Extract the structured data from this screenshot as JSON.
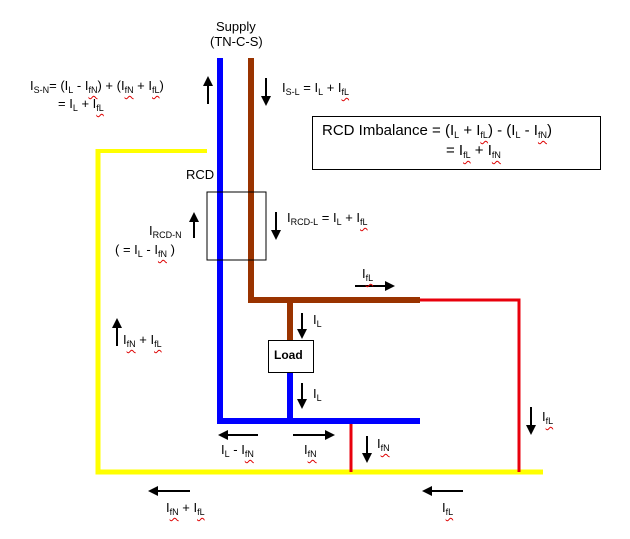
{
  "colors": {
    "neutral_blue": "#0000ff",
    "line_brown": "#993300",
    "fault_red": "#e8000c",
    "earth_yellow": "#ffff00"
  },
  "supply": {
    "title": "Supply",
    "system": "(TN-C-S)"
  },
  "labels": {
    "rcd": "RCD",
    "load": "Load"
  },
  "equations": {
    "isn": {
      "lhs": "I",
      "lhs_sub": "S-N",
      "line1": [
        "= (I",
        "L",
        " - I",
        "fN",
        ") + (I",
        "fN",
        " + I",
        "fL",
        ")"
      ],
      "line2": [
        "= I",
        "L",
        " + I",
        "fL"
      ]
    },
    "isl": {
      "parts": [
        "I",
        "S-L",
        " = I",
        "L",
        " + I",
        "fL"
      ]
    },
    "ircdl": {
      "parts": [
        "I",
        "RCD-L",
        " = I",
        "L",
        " + I",
        "fL"
      ]
    },
    "ircdn": {
      "line1": [
        "I",
        "RCD-N"
      ],
      "line2": [
        "( = I",
        "L",
        " - I",
        "fN",
        " )"
      ]
    },
    "imbalance": {
      "line1": [
        "RCD Imbalance = (I",
        "L",
        " + I",
        "fL",
        ") - (I",
        "L",
        " - I",
        "fN",
        ")"
      ],
      "line2": [
        "= I",
        "fL",
        " + I",
        "fN"
      ]
    },
    "earth_up": [
      "I",
      "fN",
      " + I",
      "fL"
    ],
    "bottom_left": [
      "I",
      "fN",
      " + I",
      "fL"
    ],
    "bottom_right": [
      "I",
      "fL"
    ],
    "top_right_fl": [
      "I",
      "fL"
    ],
    "load_il_upper": [
      "I",
      "L"
    ],
    "load_il_lower": [
      "I",
      "L"
    ],
    "right_red_fl": [
      "I",
      "fL"
    ],
    "neutral_left": [
      "I",
      "L",
      " - I",
      "fN"
    ],
    "neutral_right": [
      "I",
      "fN"
    ],
    "red_small_fn": [
      "I",
      "fN"
    ]
  }
}
